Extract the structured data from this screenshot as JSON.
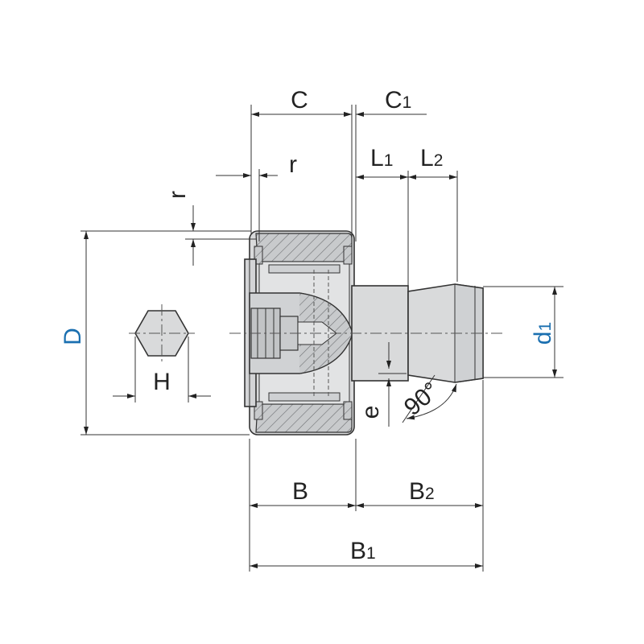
{
  "labels": {
    "C": "C",
    "C1_main": "C",
    "C1_sub": "1",
    "r_top": "r",
    "r_side": "r",
    "L1_main": "L",
    "L1_sub": "1",
    "L2_main": "L",
    "L2_sub": "2",
    "D": "D",
    "H": "H",
    "d1_main": "d",
    "d1_sub": "1",
    "e": "e",
    "angle": "90°",
    "B": "B",
    "B2_main": "B",
    "B2_sub": "2",
    "B1_main": "B",
    "B1_sub": "1"
  },
  "colors": {
    "highlight_label": "#1a6fb0",
    "body_fill": "#d9dadb",
    "section_fill": "#c4c6c8",
    "outline": "#333333"
  }
}
